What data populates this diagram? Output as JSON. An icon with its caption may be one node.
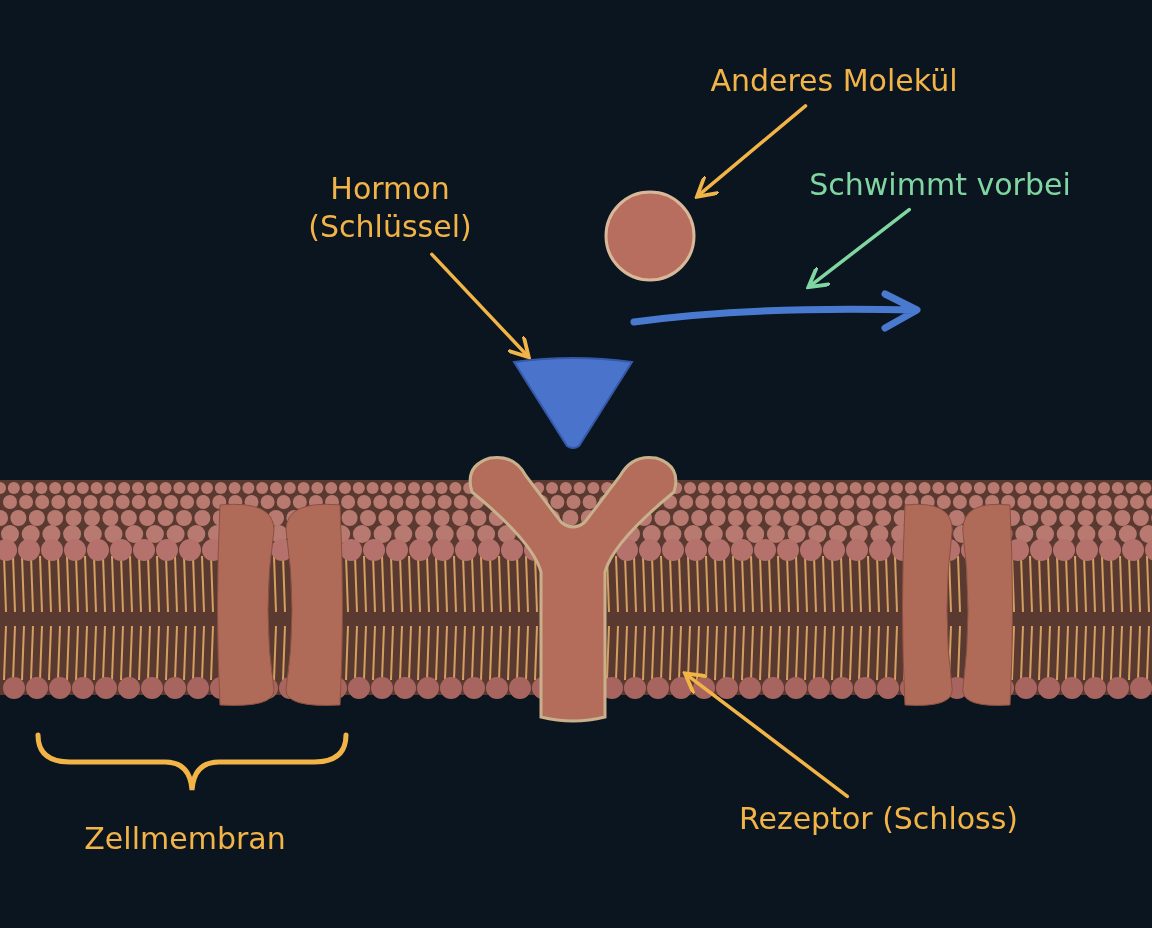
{
  "diagram": {
    "nodes": [
      {
        "text": [
          "Anderes Molekül"
        ]
      },
      {
        "text": [],
        "shape": "circle"
      },
      {
        "text": [
          "Hormon (Schlüssel)"
        ]
      },
      {
        "text": [],
        "shape": "triangle"
      },
      {
        "text": [
          "Schwimmt vorbei"
        ]
      },
      {
        "text": [],
        "shape": "arrow"
      },
      {
        "text": [],
        "shape": "picture"
      },
      {
        "text": [
          "Rezeptor (Schloss)"
        ]
      }
    ],
    "edges": [
      {
        "from": 0,
        "to": 1,
        "arrow": "to"
      },
      {
        "from": 2,
        "to": 3,
        "arrow": "to"
      },
      {
        "from": 4,
        "to": 5,
        "arrow": "to",
        "color": "#7fd6a0"
      },
      {
        "from": 7,
        "to": 6,
        "arrow": "to"
      }
    ],
    "labels": [
      "Zellmembran"
    ]
  }
}
